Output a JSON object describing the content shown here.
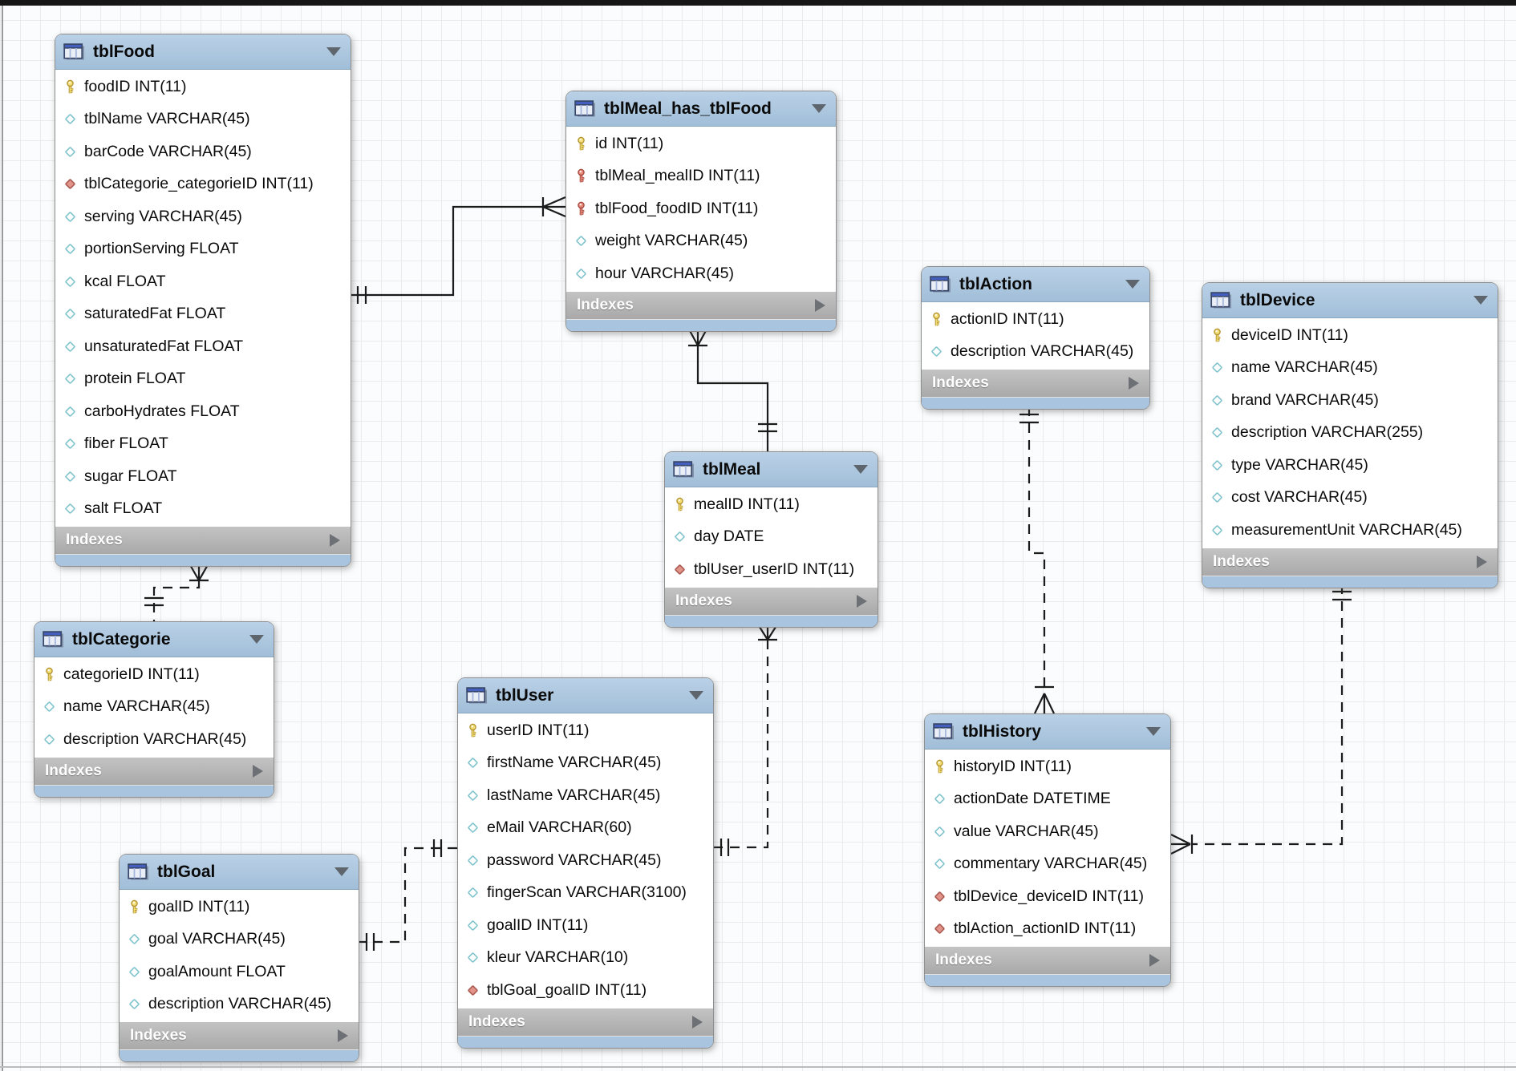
{
  "diagram": {
    "tables": [
      {
        "title": "tblFood",
        "indexes_label": "Indexes",
        "fields": [
          {
            "icon": "pk",
            "label": "foodID INT(11)"
          },
          {
            "icon": "attr",
            "label": "tblName VARCHAR(45)"
          },
          {
            "icon": "attr",
            "label": "barCode VARCHAR(45)"
          },
          {
            "icon": "fk",
            "label": "tblCategorie_categorieID INT(11)"
          },
          {
            "icon": "attr",
            "label": "serving VARCHAR(45)"
          },
          {
            "icon": "attr",
            "label": "portionServing FLOAT"
          },
          {
            "icon": "attr",
            "label": "kcal FLOAT"
          },
          {
            "icon": "attr",
            "label": "saturatedFat FLOAT"
          },
          {
            "icon": "attr",
            "label": "unsaturatedFat FLOAT"
          },
          {
            "icon": "attr",
            "label": "protein FLOAT"
          },
          {
            "icon": "attr",
            "label": "carboHydrates FLOAT"
          },
          {
            "icon": "attr",
            "label": "fiber FLOAT"
          },
          {
            "icon": "attr",
            "label": "sugar FLOAT"
          },
          {
            "icon": "attr",
            "label": "salt FLOAT"
          }
        ]
      },
      {
        "title": "tblMeal_has_tblFood",
        "indexes_label": "Indexes",
        "fields": [
          {
            "icon": "pk",
            "label": "id INT(11)"
          },
          {
            "icon": "fk_key",
            "label": "tblMeal_mealID INT(11)"
          },
          {
            "icon": "fk_key",
            "label": "tblFood_foodID INT(11)"
          },
          {
            "icon": "attr",
            "label": "weight VARCHAR(45)"
          },
          {
            "icon": "attr",
            "label": "hour VARCHAR(45)"
          }
        ]
      },
      {
        "title": "tblAction",
        "indexes_label": "Indexes",
        "fields": [
          {
            "icon": "pk",
            "label": "actionID INT(11)"
          },
          {
            "icon": "attr",
            "label": "description VARCHAR(45)"
          }
        ]
      },
      {
        "title": "tblDevice",
        "indexes_label": "Indexes",
        "fields": [
          {
            "icon": "pk",
            "label": "deviceID INT(11)"
          },
          {
            "icon": "attr",
            "label": "name VARCHAR(45)"
          },
          {
            "icon": "attr",
            "label": "brand VARCHAR(45)"
          },
          {
            "icon": "attr",
            "label": "description VARCHAR(255)"
          },
          {
            "icon": "attr",
            "label": "type VARCHAR(45)"
          },
          {
            "icon": "attr",
            "label": "cost VARCHAR(45)"
          },
          {
            "icon": "attr",
            "label": "measurementUnit VARCHAR(45)"
          }
        ]
      },
      {
        "title": "tblMeal",
        "indexes_label": "Indexes",
        "fields": [
          {
            "icon": "pk",
            "label": "mealID INT(11)"
          },
          {
            "icon": "attr",
            "label": "day DATE"
          },
          {
            "icon": "fk",
            "label": "tblUser_userID INT(11)"
          }
        ]
      },
      {
        "title": "tblCategorie",
        "indexes_label": "Indexes",
        "fields": [
          {
            "icon": "pk",
            "label": "categorieID INT(11)"
          },
          {
            "icon": "attr",
            "label": "name VARCHAR(45)"
          },
          {
            "icon": "attr",
            "label": "description VARCHAR(45)"
          }
        ]
      },
      {
        "title": "tblUser",
        "indexes_label": "Indexes",
        "fields": [
          {
            "icon": "pk",
            "label": "userID INT(11)"
          },
          {
            "icon": "attr",
            "label": "firstName VARCHAR(45)"
          },
          {
            "icon": "attr",
            "label": "lastName VARCHAR(45)"
          },
          {
            "icon": "attr",
            "label": "eMail VARCHAR(60)"
          },
          {
            "icon": "attr",
            "label": "password VARCHAR(45)"
          },
          {
            "icon": "attr",
            "label": "fingerScan VARCHAR(3100)"
          },
          {
            "icon": "attr",
            "label": "goalID INT(11)"
          },
          {
            "icon": "attr",
            "label": "kleur VARCHAR(10)"
          },
          {
            "icon": "fk",
            "label": "tblGoal_goalID INT(11)"
          }
        ]
      },
      {
        "title": "tblGoal",
        "indexes_label": "Indexes",
        "fields": [
          {
            "icon": "pk",
            "label": "goalID INT(11)"
          },
          {
            "icon": "attr",
            "label": "goal VARCHAR(45)"
          },
          {
            "icon": "attr",
            "label": "goalAmount FLOAT"
          },
          {
            "icon": "attr",
            "label": "description VARCHAR(45)"
          }
        ]
      },
      {
        "title": "tblHistory",
        "indexes_label": "Indexes",
        "fields": [
          {
            "icon": "pk",
            "label": "historyID INT(11)"
          },
          {
            "icon": "attr",
            "label": "actionDate DATETIME"
          },
          {
            "icon": "attr",
            "label": "value VARCHAR(45)"
          },
          {
            "icon": "attr",
            "label": "commentary VARCHAR(45)"
          },
          {
            "icon": "fk",
            "label": "tblDevice_deviceID INT(11)"
          },
          {
            "icon": "fk",
            "label": "tblAction_actionID INT(11)"
          }
        ]
      }
    ],
    "icon_legend": {
      "pk": "primary-key",
      "fk_key": "foreign-key-in-primary-key",
      "attr": "attribute",
      "fk": "foreign-key"
    },
    "relationships": [
      {
        "one_side": "tblFood",
        "many_side": "tblMeal_has_tblFood",
        "line": "solid"
      },
      {
        "one_side": "tblMeal",
        "many_side": "tblMeal_has_tblFood",
        "line": "solid"
      },
      {
        "one_side": "tblCategorie",
        "many_side": "tblFood",
        "line": "dashed"
      },
      {
        "one_side": "tblUser",
        "many_side": "tblMeal",
        "line": "dashed"
      },
      {
        "one_side": "tblGoal",
        "many_side": "tblUser",
        "line": "dashed",
        "cardinality": "one-to-one"
      },
      {
        "one_side": "tblAction",
        "many_side": "tblHistory",
        "line": "dashed"
      },
      {
        "one_side": "tblDevice",
        "many_side": "tblHistory",
        "line": "dashed"
      }
    ],
    "colors": {
      "header_blue": "#a9c4de",
      "indexes_gray": "#b2b2b2",
      "pk_yellow": "#f3df76",
      "fk_red": "#e2938a",
      "attr_cyan": "#7fc4cc",
      "line_black": "#1b1b1b"
    }
  }
}
